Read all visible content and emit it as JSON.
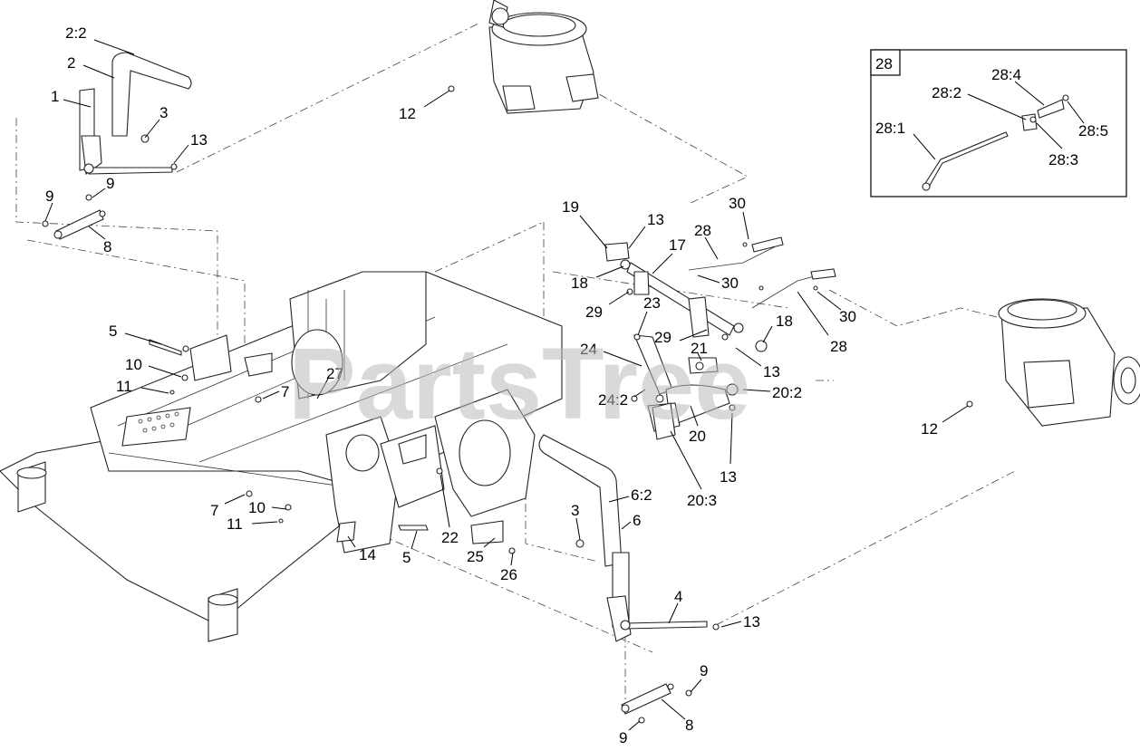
{
  "watermark": "PartsTree",
  "callouts": [
    {
      "id": "c-2-2",
      "text": "2:2"
    },
    {
      "id": "c-2",
      "text": "2"
    },
    {
      "id": "c-1",
      "text": "1"
    },
    {
      "id": "c-3a",
      "text": "3"
    },
    {
      "id": "c-13a",
      "text": "13"
    },
    {
      "id": "c-12a",
      "text": "12"
    },
    {
      "id": "c-9a",
      "text": "9"
    },
    {
      "id": "c-9b",
      "text": "9"
    },
    {
      "id": "c-8a",
      "text": "8"
    },
    {
      "id": "c-5a",
      "text": "5"
    },
    {
      "id": "c-10a",
      "text": "10"
    },
    {
      "id": "c-11a",
      "text": "11"
    },
    {
      "id": "c-7a",
      "text": "7"
    },
    {
      "id": "c-27",
      "text": "27"
    },
    {
      "id": "c-7b",
      "text": "7"
    },
    {
      "id": "c-10b",
      "text": "10"
    },
    {
      "id": "c-11b",
      "text": "11"
    },
    {
      "id": "c-14",
      "text": "14"
    },
    {
      "id": "c-5b",
      "text": "5"
    },
    {
      "id": "c-22",
      "text": "22"
    },
    {
      "id": "c-25",
      "text": "25"
    },
    {
      "id": "c-26",
      "text": "26"
    },
    {
      "id": "c-19",
      "text": "19"
    },
    {
      "id": "c-13b",
      "text": "13"
    },
    {
      "id": "c-17",
      "text": "17"
    },
    {
      "id": "c-18a",
      "text": "18"
    },
    {
      "id": "c-29a",
      "text": "29"
    },
    {
      "id": "c-28a",
      "text": "28"
    },
    {
      "id": "c-30a",
      "text": "30"
    },
    {
      "id": "c-30b",
      "text": "30"
    },
    {
      "id": "c-30c",
      "text": "30"
    },
    {
      "id": "c-28b",
      "text": "28"
    },
    {
      "id": "c-23",
      "text": "23"
    },
    {
      "id": "c-29b",
      "text": "29"
    },
    {
      "id": "c-18b",
      "text": "18"
    },
    {
      "id": "c-21",
      "text": "21"
    },
    {
      "id": "c-24",
      "text": "24"
    },
    {
      "id": "c-13c",
      "text": "13"
    },
    {
      "id": "c-24-2",
      "text": "24:2"
    },
    {
      "id": "c-20-2",
      "text": "20:2"
    },
    {
      "id": "c-20",
      "text": "20"
    },
    {
      "id": "c-13d",
      "text": "13"
    },
    {
      "id": "c-20-3",
      "text": "20:3"
    },
    {
      "id": "c-6-2",
      "text": "6:2"
    },
    {
      "id": "c-3b",
      "text": "3"
    },
    {
      "id": "c-6",
      "text": "6"
    },
    {
      "id": "c-4",
      "text": "4"
    },
    {
      "id": "c-13e",
      "text": "13"
    },
    {
      "id": "c-9c",
      "text": "9"
    },
    {
      "id": "c-8b",
      "text": "8"
    },
    {
      "id": "c-9d",
      "text": "9"
    },
    {
      "id": "c-12b",
      "text": "12"
    }
  ],
  "inset": {
    "tag": "28",
    "callouts": [
      {
        "id": "c-28-4",
        "text": "28:4"
      },
      {
        "id": "c-28-2",
        "text": "28:2"
      },
      {
        "id": "c-28-1",
        "text": "28:1"
      },
      {
        "id": "c-28-5",
        "text": "28:5"
      },
      {
        "id": "c-28-3",
        "text": "28:3"
      }
    ]
  }
}
